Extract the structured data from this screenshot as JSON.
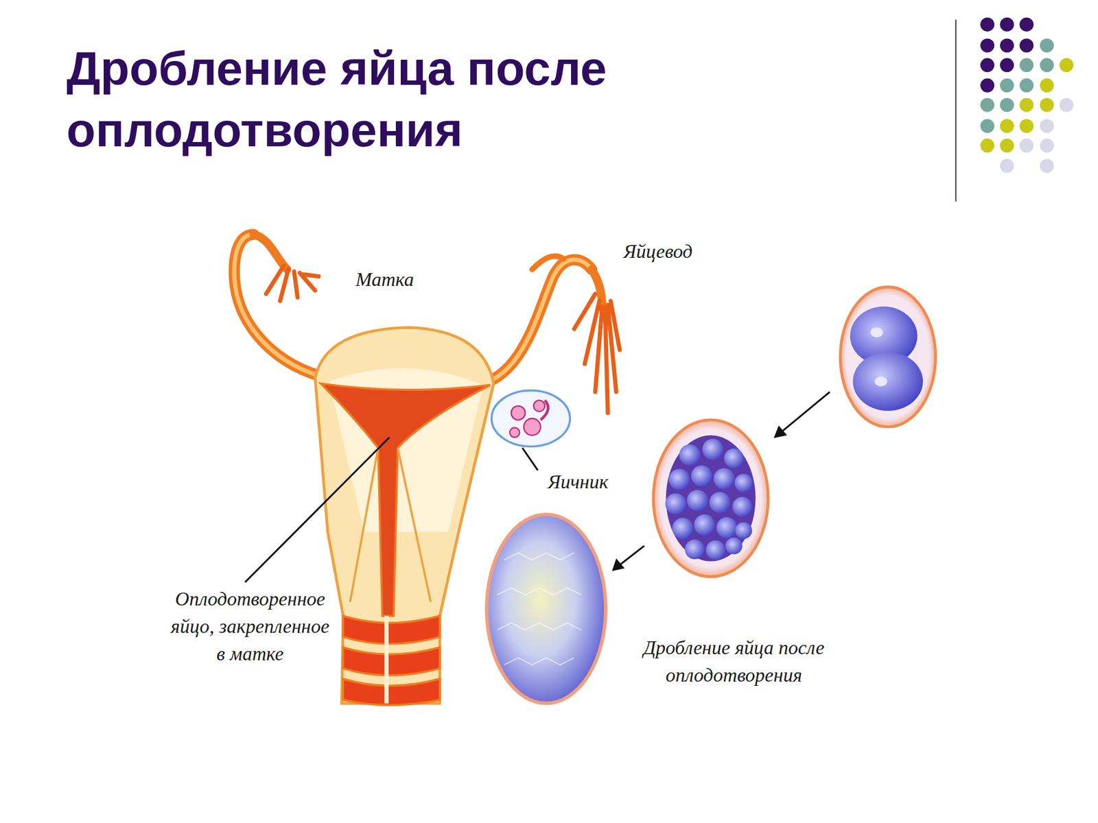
{
  "diagram": {
    "title": "Дробление яйца после оплодотворения",
    "caption": "Дробление яйца после оплодотворения",
    "labels": [
      "Матка",
      "Яйцевод",
      "Яичник",
      "Оплодотворенное яйцо, закрепленное в матке"
    ]
  }
}
